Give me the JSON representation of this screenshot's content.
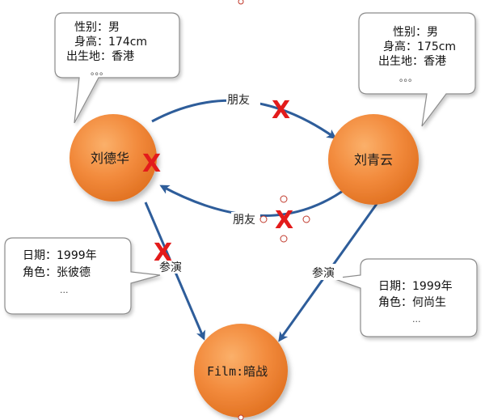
{
  "nodes": {
    "liu_dehua": {
      "label": "刘德华"
    },
    "liu_qingyun": {
      "label": "刘青云"
    },
    "film": {
      "label": "Film:暗战"
    }
  },
  "edges": {
    "friend_top": {
      "label": "朋友"
    },
    "friend_bottom": {
      "label": "朋友"
    },
    "acted_left": {
      "label": "参演"
    },
    "acted_right": {
      "label": "参演"
    }
  },
  "bubbles": {
    "liu_dehua_props": {
      "line1": "性别：男",
      "line2": "身高：174cm",
      "line3": "出生地：香港",
      "more": "。。。"
    },
    "liu_qingyun_props": {
      "line1": "性别：男",
      "line2": "身高：175cm",
      "line3": "出生地：香港",
      "more": "。。。"
    },
    "acted_left_props": {
      "line1": "日期：1999年",
      "line2": "角色：张彼德",
      "more": "..."
    },
    "acted_right_props": {
      "line1": "日期：1999年",
      "line2": "角色：何尚生",
      "more": "..."
    }
  },
  "marks": {
    "x": "X"
  },
  "colors": {
    "node_fill": "#f28a3c",
    "edge_blue": "#2e5d9a",
    "cross_red": "#e31b1b"
  }
}
